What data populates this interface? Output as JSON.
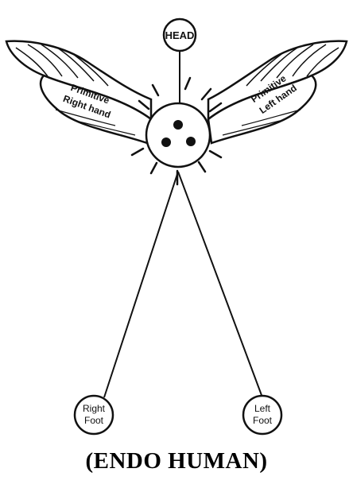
{
  "diagram": {
    "head_label": "HEAD",
    "right_hand_label": [
      "Primitive",
      "Right hand"
    ],
    "left_hand_label": [
      "Primitive",
      "Left hand"
    ],
    "right_foot_label": [
      "Right",
      "Foot"
    ],
    "left_foot_label": [
      "Left",
      "Foot"
    ],
    "caption": "(ENDO HUMAN)"
  }
}
